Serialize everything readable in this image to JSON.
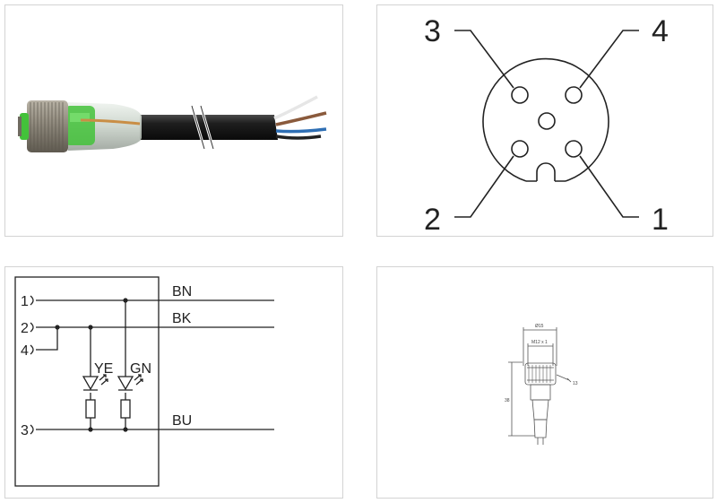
{
  "pinout": {
    "pins": [
      {
        "number": "1"
      },
      {
        "number": "2"
      },
      {
        "number": "3"
      },
      {
        "number": "4"
      }
    ]
  },
  "wiring": {
    "pins": [
      "1",
      "2",
      "4",
      "3"
    ],
    "wires": [
      "BN",
      "BK",
      "BU"
    ],
    "leds": [
      "YE",
      "GN"
    ]
  },
  "dimensions": {
    "diameter": "Ø15",
    "thread": "M12 x 1",
    "length": "38",
    "wrench": "13"
  },
  "colors": {
    "cable": "#1e1e1e",
    "led_window": "#43c23a",
    "wire_brown": "#8a5a3c",
    "wire_blue": "#2f6fb4",
    "wire_white": "#e8e8e8",
    "wire_black": "#222222"
  }
}
